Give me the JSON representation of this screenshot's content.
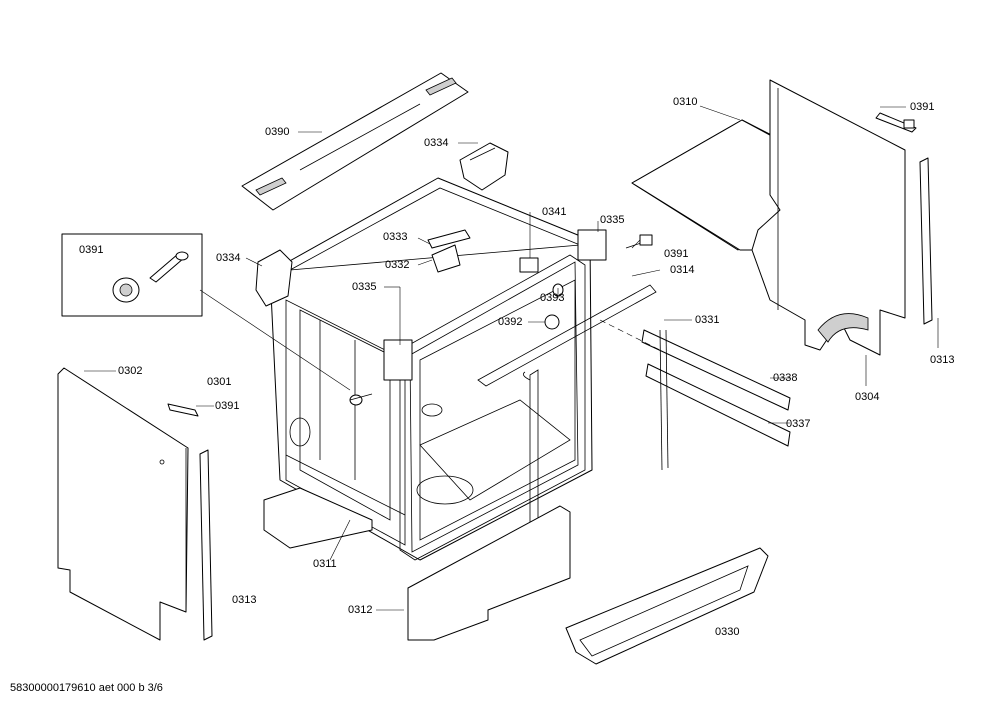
{
  "labels": {
    "l0390": "0390",
    "l0334a": "0334",
    "l0310": "0310",
    "l0391a": "0391",
    "l0341": "0341",
    "l0335a": "0335",
    "l0333": "0333",
    "l0391b": "0391",
    "l0334b": "0334",
    "l0332": "0332",
    "l0391c": "0391",
    "l0314": "0314",
    "l0335b": "0335",
    "l0393": "0393",
    "l0392": "0392",
    "l0331": "0331",
    "l0313a": "0313",
    "l0302": "0302",
    "l0301": "0301",
    "l0391d": "0391",
    "l0338": "0338",
    "l0304": "0304",
    "l0337": "0337",
    "l0311": "0311",
    "l0313b": "0313",
    "l0312": "0312",
    "l0330": "0330"
  },
  "footer": "58300000179610 aet 000 b 3/6"
}
